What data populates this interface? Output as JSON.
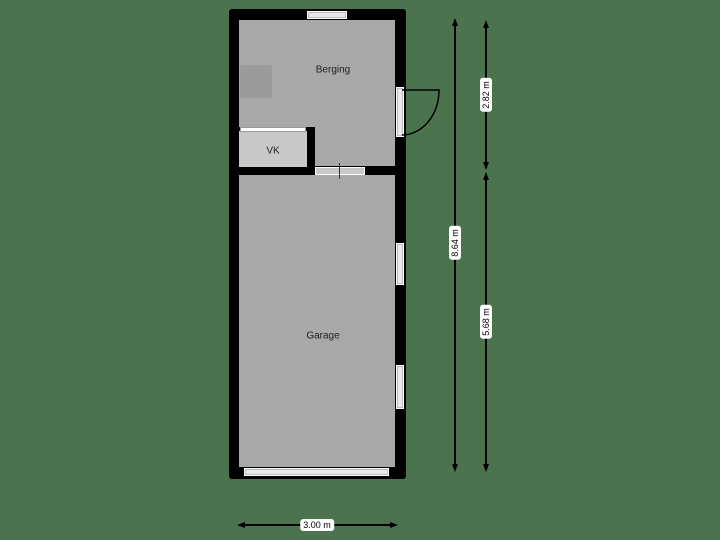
{
  "floorplan": {
    "rooms": [
      {
        "name": "Berging"
      },
      {
        "name": "VK"
      },
      {
        "name": "Garage"
      }
    ],
    "dimensions": {
      "total_height": "8.64 m",
      "berging_height": "2.82 m",
      "garage_height": "5.68 m",
      "width": "3.00 m"
    },
    "colors": {
      "background": "#4a734e",
      "wall": "#000000",
      "floor": "#a8a8a8",
      "vk_floor": "#c8c8c8"
    }
  }
}
